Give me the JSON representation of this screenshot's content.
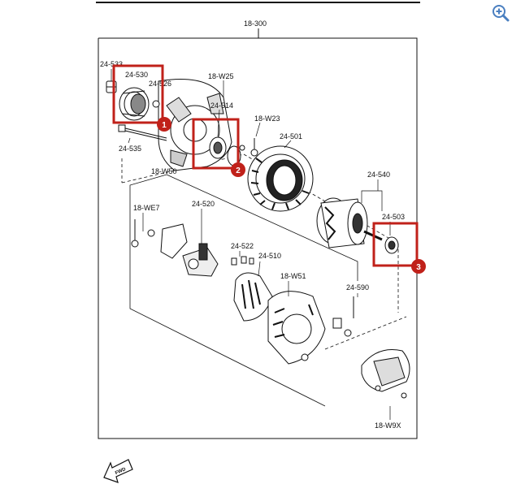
{
  "diagram": {
    "assembly_label": "18-300",
    "parts": {
      "p24533": "24-533",
      "p24530": "24-530",
      "p24526": "24-526",
      "p18W25": "18-W25",
      "p24514": "24-514",
      "p18W23": "18-W23",
      "p24535": "24-535",
      "p24501": "24-501",
      "p18W50": "18-W50",
      "p24540": "24-540",
      "p18WE7": "18-WE7",
      "p24520": "24-520",
      "p24503": "24-503",
      "p24522": "24-522",
      "p24510": "24-510",
      "p18W51": "18-W51",
      "p24590": "24-590",
      "p18W9X": "18-W9X"
    },
    "callouts": [
      "1",
      "2",
      "3"
    ],
    "fwd_label": "FWD"
  },
  "colors": {
    "highlight": "#c0211a",
    "ink": "#111111",
    "zoom_icon": "#4a7fc0"
  },
  "icons": {
    "zoom": "zoom-in-icon",
    "fwd": "fwd-arrow-icon"
  }
}
